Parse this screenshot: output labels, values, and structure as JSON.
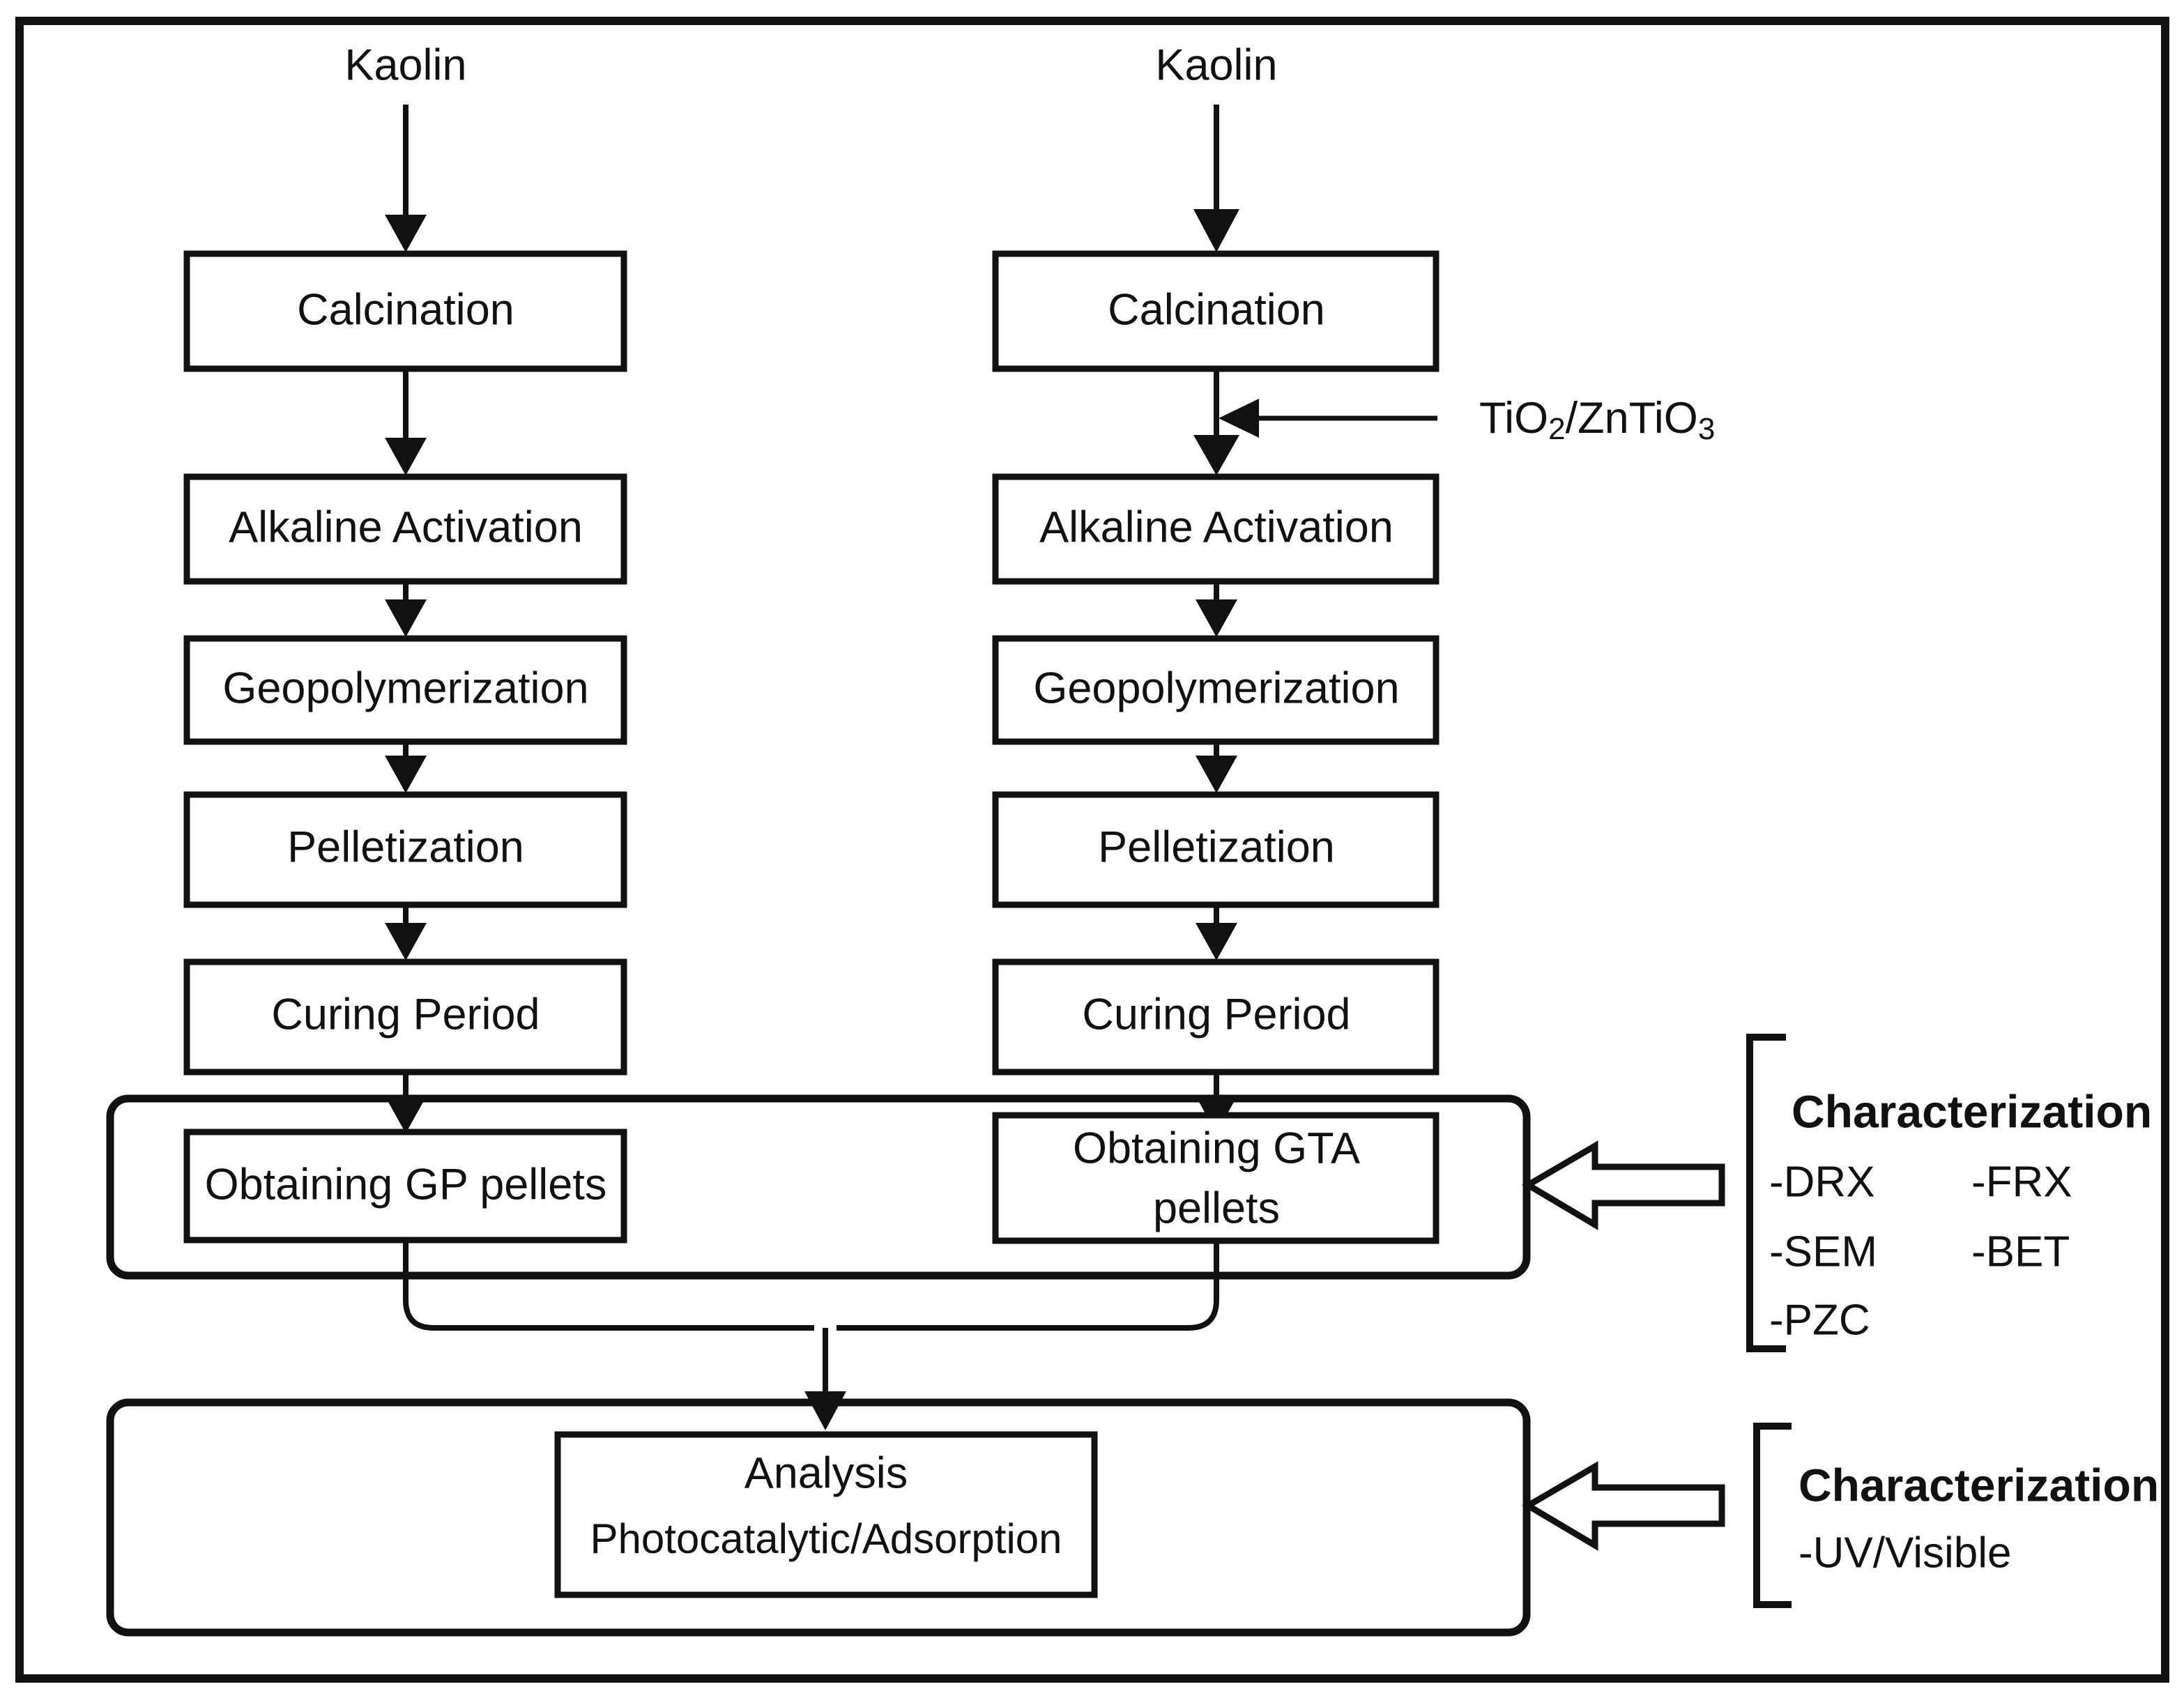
{
  "figure": {
    "type": "process-flow-diagram",
    "title": "",
    "background_color": "#ffffff",
    "line_color": "#111111"
  },
  "columns": [
    {
      "id": "left",
      "source_label": "Kaolin",
      "steps": [
        {
          "label": "Calcination"
        },
        {
          "label": "Alkaline Activation"
        },
        {
          "label": "Geopolymerization"
        },
        {
          "label": "Pelletization"
        },
        {
          "label": "Curing Period"
        }
      ],
      "product_label": "Obtaining GP pellets",
      "product_line1": "Obtaining GP pellets",
      "product_line2": ""
    },
    {
      "id": "right",
      "source_label": "Kaolin",
      "steps": [
        {
          "label": "Calcination"
        },
        {
          "label": "Alkaline Activation"
        },
        {
          "label": "Geopolymerization"
        },
        {
          "label": "Pelletization"
        },
        {
          "label": "Curing Period"
        }
      ],
      "product_label": "Obtaining GTA pellets",
      "product_line1": "Obtaining GTA",
      "product_line2": "pellets"
    }
  ],
  "reagent": {
    "formula_part1": "TiO",
    "formula_sub1": "2",
    "formula_part2": "/ZnTiO",
    "formula_sub2": "3",
    "full_text": "TiO2/ZnTiO3"
  },
  "analysis": {
    "line1": "Analysis",
    "line2": "Photocatalytic/Adsorption"
  },
  "characterization_top": {
    "title": "Characterization",
    "col1": [
      "-DRX",
      "-SEM",
      "-PZC"
    ],
    "col2": [
      "-FRX",
      "-BET"
    ]
  },
  "characterization_bottom": {
    "title": "Characterization",
    "items": [
      "-UV/Visible"
    ]
  }
}
